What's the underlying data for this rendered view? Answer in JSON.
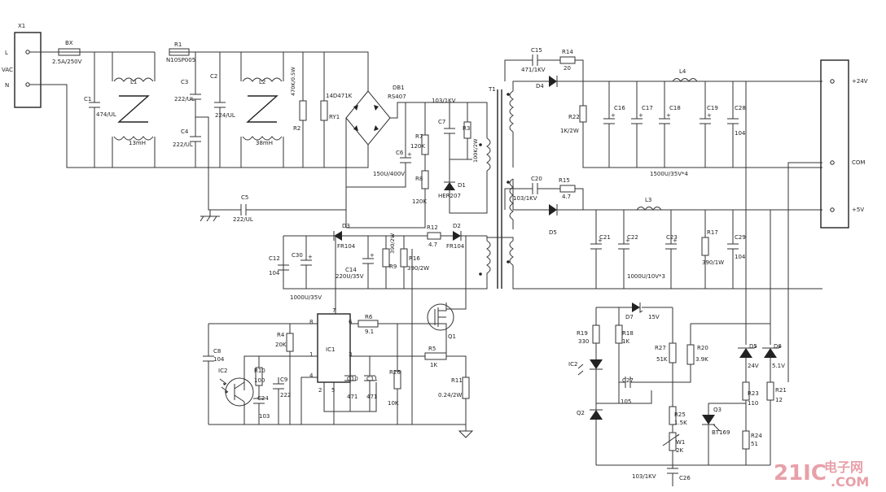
{
  "connector_in": {
    "ref": "X1",
    "pin1": "L",
    "pin2": "N",
    "label": "VAC"
  },
  "connector_out": {
    "pin1": "+24V",
    "pin2": "COM",
    "pin3": "+5V"
  },
  "input": {
    "bx": "BX",
    "bx_val": "2.5A/250V",
    "r1": "R1",
    "r1_val": "N10SP005",
    "c1": "C1",
    "c1_val": "474/UL",
    "l1": "L1",
    "l1_val": "13mH",
    "c3": "C3",
    "c3_val": "222/UL",
    "c4": "C4",
    "c4_val": "222/UL",
    "c2": "C2",
    "c2_val": "224/UL",
    "l2": "L2",
    "l2_val": "38mH",
    "r2": "R2",
    "r2_val": "470K/0.5W",
    "ry1": "RY1",
    "ry1_val": "14D471K",
    "db1": "DB1",
    "db1_val": "RS407",
    "c5": "C5",
    "c5_val": "222/UL",
    "c6": "C6",
    "c6_val": "150U/400V"
  },
  "snubber": {
    "c7": "C7",
    "c7_val": "103/1KV",
    "r3": "R3",
    "r3_val": "100K/2W",
    "d1": "D1",
    "d1_val": "HER207",
    "r7": "R7",
    "r7_val": "120K",
    "r8": "R8",
    "r8_val": "120K"
  },
  "aux": {
    "d3": "D3",
    "d3_val": "FR104",
    "d2": "D2",
    "d2_val": "FR104",
    "r12": "R12",
    "r12_val": "4.7",
    "c12": "C12",
    "c12_val": "104",
    "c30": "C30",
    "c30_val": "1000U/35V",
    "c14": "C14",
    "c14_val": "220U/35V",
    "r9": "R9",
    "r9_val": "390/2W",
    "r16": "R16",
    "r16_val": "390/2W"
  },
  "controller": {
    "ic1": "IC1",
    "pin7": "7",
    "pin8": "8",
    "pin6": "6",
    "pin1": "1",
    "pin3": "3",
    "pin4": "4",
    "pin2": "2",
    "pin5": "5",
    "r6": "R6",
    "r6_val": "9.1",
    "q1": "Q1",
    "r4": "R4",
    "r4_val": "20K",
    "c8": "C8",
    "c8_val": "104",
    "ic2": "IC2",
    "r10": "R10",
    "r10_val": "100",
    "c24": "C24",
    "c24_val": "103",
    "c9": "C9",
    "c9_val": "222",
    "c10": "C10",
    "c10_val": "471",
    "c11": "C11",
    "c11_val": "471",
    "r26": "R26",
    "r26_val": "10K",
    "r5": "R5",
    "r5_val": "1K",
    "r11": "R11",
    "r11_val": "0.24/2W"
  },
  "transformer": {
    "t1": "T1"
  },
  "out24": {
    "c15": "C15",
    "c15_val": "471/1KV",
    "r14": "R14",
    "r14_val": "20",
    "d4": "D4",
    "r22": "R22",
    "r22_val": "1K/2W",
    "c16": "C16",
    "c17": "C17",
    "c18": "C18",
    "c19": "C19",
    "c16_19_val": "1500U/35V*4",
    "l4": "L4",
    "c28": "C28",
    "c28_val": "104"
  },
  "out5": {
    "c20": "C20",
    "c20_val": "103/1KV",
    "r15": "R15",
    "r15_val": "4.7",
    "d5": "D5",
    "l3": "L3",
    "c21": "C21",
    "c22": "C22",
    "c23": "C23",
    "c21_23_val": "1000U/10V*3",
    "r17": "R17",
    "r17_val": "390/1W",
    "c29": "C29",
    "c29_val": "104"
  },
  "feedback": {
    "d7": "D7",
    "d7_val": "15V",
    "r19": "R19",
    "r19_val": "330",
    "r18": "R18",
    "r18_val": "1K",
    "ic2": "IC2",
    "c27": "C27",
    "c27_val": "105",
    "q2": "Q2",
    "r27": "R27",
    "r27_val": "51K",
    "r20": "R20",
    "r20_val": "3.9K",
    "r25": "R25",
    "r25_val": "1.5K",
    "w1": "W1",
    "w1_val": "2K",
    "q3": "Q3",
    "q3_val": "BT169",
    "d5": "D5",
    "d5_val": "24V",
    "d6": "D6",
    "d6_val": "5.1V",
    "r23": "R23",
    "r23_val": "110",
    "r21": "R21",
    "r21_val": "12",
    "r24": "R24",
    "r24_val": "51",
    "c26": "C26",
    "c26_val": "103/1KV"
  },
  "watermark": {
    "brand": "21IC",
    "cn": "电子网",
    "com": ".COM"
  }
}
